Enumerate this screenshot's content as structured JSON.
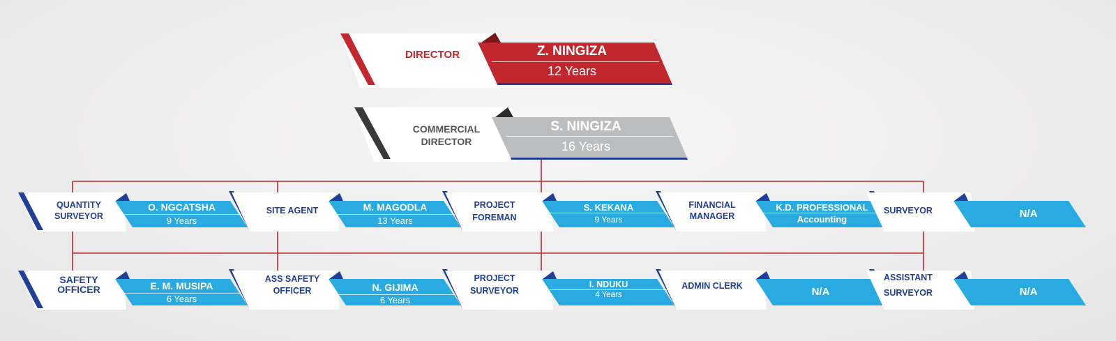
{
  "director": {
    "title": "DIRECTOR",
    "name": "Z. NINGIZA",
    "years": "12 Years"
  },
  "commercial": {
    "title_1": "COMMERCIAL",
    "title_2": "DIRECTOR",
    "name": "S. NINGIZA",
    "years": "16 Years"
  },
  "row1": [
    {
      "title_1": "QUANTITY",
      "title_2": "SURVEYOR",
      "name": "O. NGCATSHA",
      "years": "9 Years"
    },
    {
      "title_1": "SITE AGENT",
      "title_2": "",
      "name": "M. MAGODLA",
      "years": "13 Years"
    },
    {
      "title_1": "PROJECT",
      "title_2": "FOREMAN",
      "name": "S. KEKANA",
      "years": "9 Years"
    },
    {
      "title_1": "FINANCIAL",
      "title_2": "MANAGER",
      "name": "K.D. PROFESSIONAL",
      "years": "Accounting"
    },
    {
      "title_1": "SURVEYOR",
      "title_2": "",
      "name": "N/A",
      "years": ""
    }
  ],
  "row2": [
    {
      "title_1": "SAFETY",
      "title_2": "OFFICER",
      "name": "E. M. MUSIPA",
      "years": "6 Years"
    },
    {
      "title_1": "ASS SAFETY",
      "title_2": "OFFICER",
      "name": "N. GIJIMA",
      "years": "6 Years"
    },
    {
      "title_1": "PROJECT",
      "title_2": "SURVEYOR",
      "name": "I. NDUKU",
      "years": "4 Years"
    },
    {
      "title_1": "ADMIN CLERK",
      "title_2": "",
      "name": "N/A",
      "years": ""
    },
    {
      "title_1": "ASSISTANT",
      "title_2": "SURVEYOR",
      "name": "N/A",
      "years": ""
    }
  ],
  "colors": {
    "red": "#c1272d",
    "grey_panel": "#bcbdbe",
    "dark_grey": "#3a3a3a",
    "blue_panel": "#29abe2",
    "navy": "#1f3f99",
    "connector": "#c1272d"
  }
}
